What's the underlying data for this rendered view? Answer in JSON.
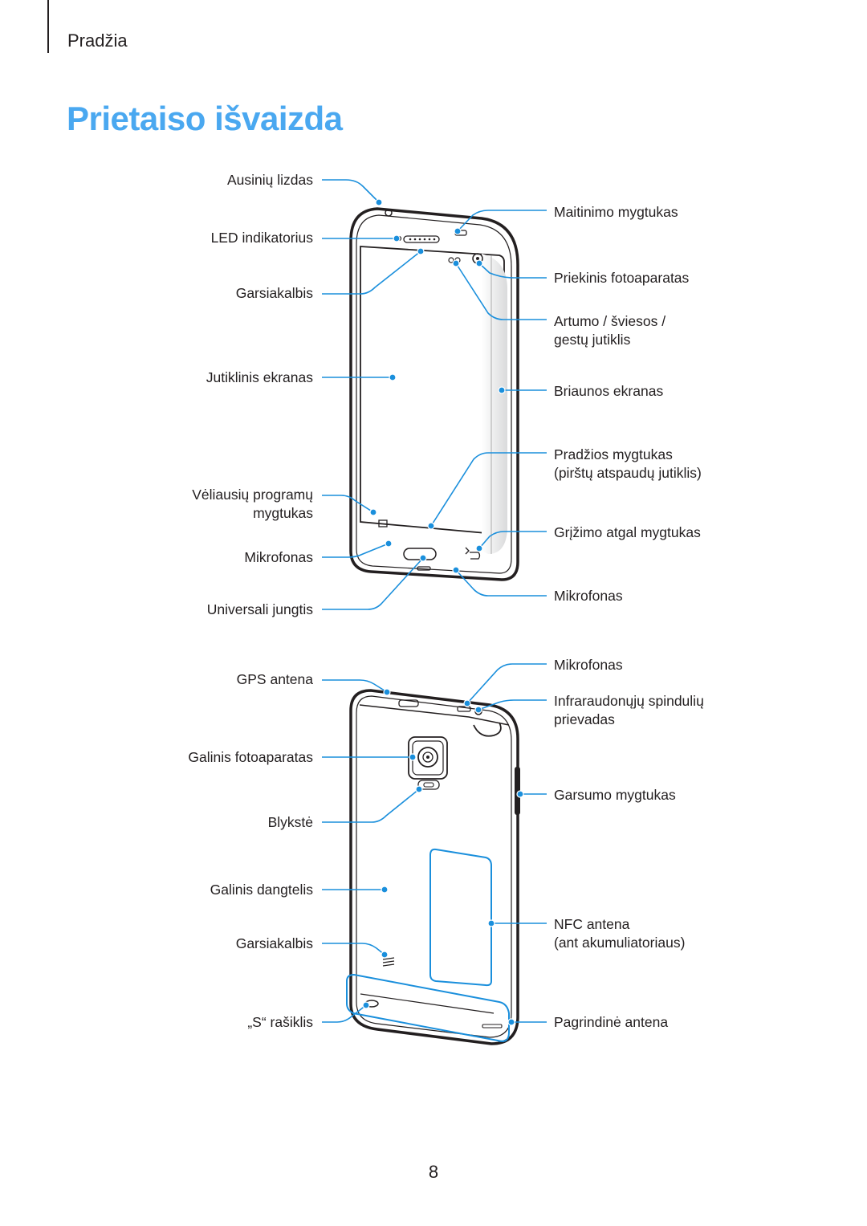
{
  "header": {
    "section": "Pradžia"
  },
  "title": "Prietaiso išvaizda",
  "front_labels": {
    "headset_jack": "Ausinių lizdas",
    "led_indicator": "LED indikatorius",
    "speaker": "Garsiakalbis",
    "touchscreen": "Jutiklinis ekranas",
    "recent_apps_1": "Vėliausių programų",
    "recent_apps_2": "mygtukas",
    "mic_left": "Mikrofonas",
    "multipurpose_jack": "Universali jungtis",
    "power_key": "Maitinimo mygtukas",
    "front_camera": "Priekinis fotoaparatas",
    "proximity_1": "Artumo / šviesos /",
    "proximity_2": "gestų jutiklis",
    "edge_screen": "Briaunos ekranas",
    "home_key_1": "Pradžios mygtukas",
    "home_key_2": "(pirštų atspaudų jutiklis)",
    "back_key": "Grįžimo atgal mygtukas",
    "mic_right": "Mikrofonas"
  },
  "back_labels": {
    "gps_antenna": "GPS antena",
    "rear_camera": "Galinis fotoaparatas",
    "flash": "Blykstė",
    "back_cover": "Galinis dangtelis",
    "speaker": "Garsiakalbis",
    "s_pen": "„S“ rašiklis",
    "mic": "Mikrofonas",
    "ir_1": "Infraraudonųjų spindulių",
    "ir_2": "prievadas",
    "volume_key": "Garsumo mygtukas",
    "nfc_1": "NFC antena",
    "nfc_2": "(ant akumuliatoriaus)",
    "main_antenna": "Pagrindinė antena"
  },
  "page_number": "8",
  "colors": {
    "accent": "#4aa8f0",
    "callout": "#1a8fdc",
    "text": "#231f20"
  }
}
